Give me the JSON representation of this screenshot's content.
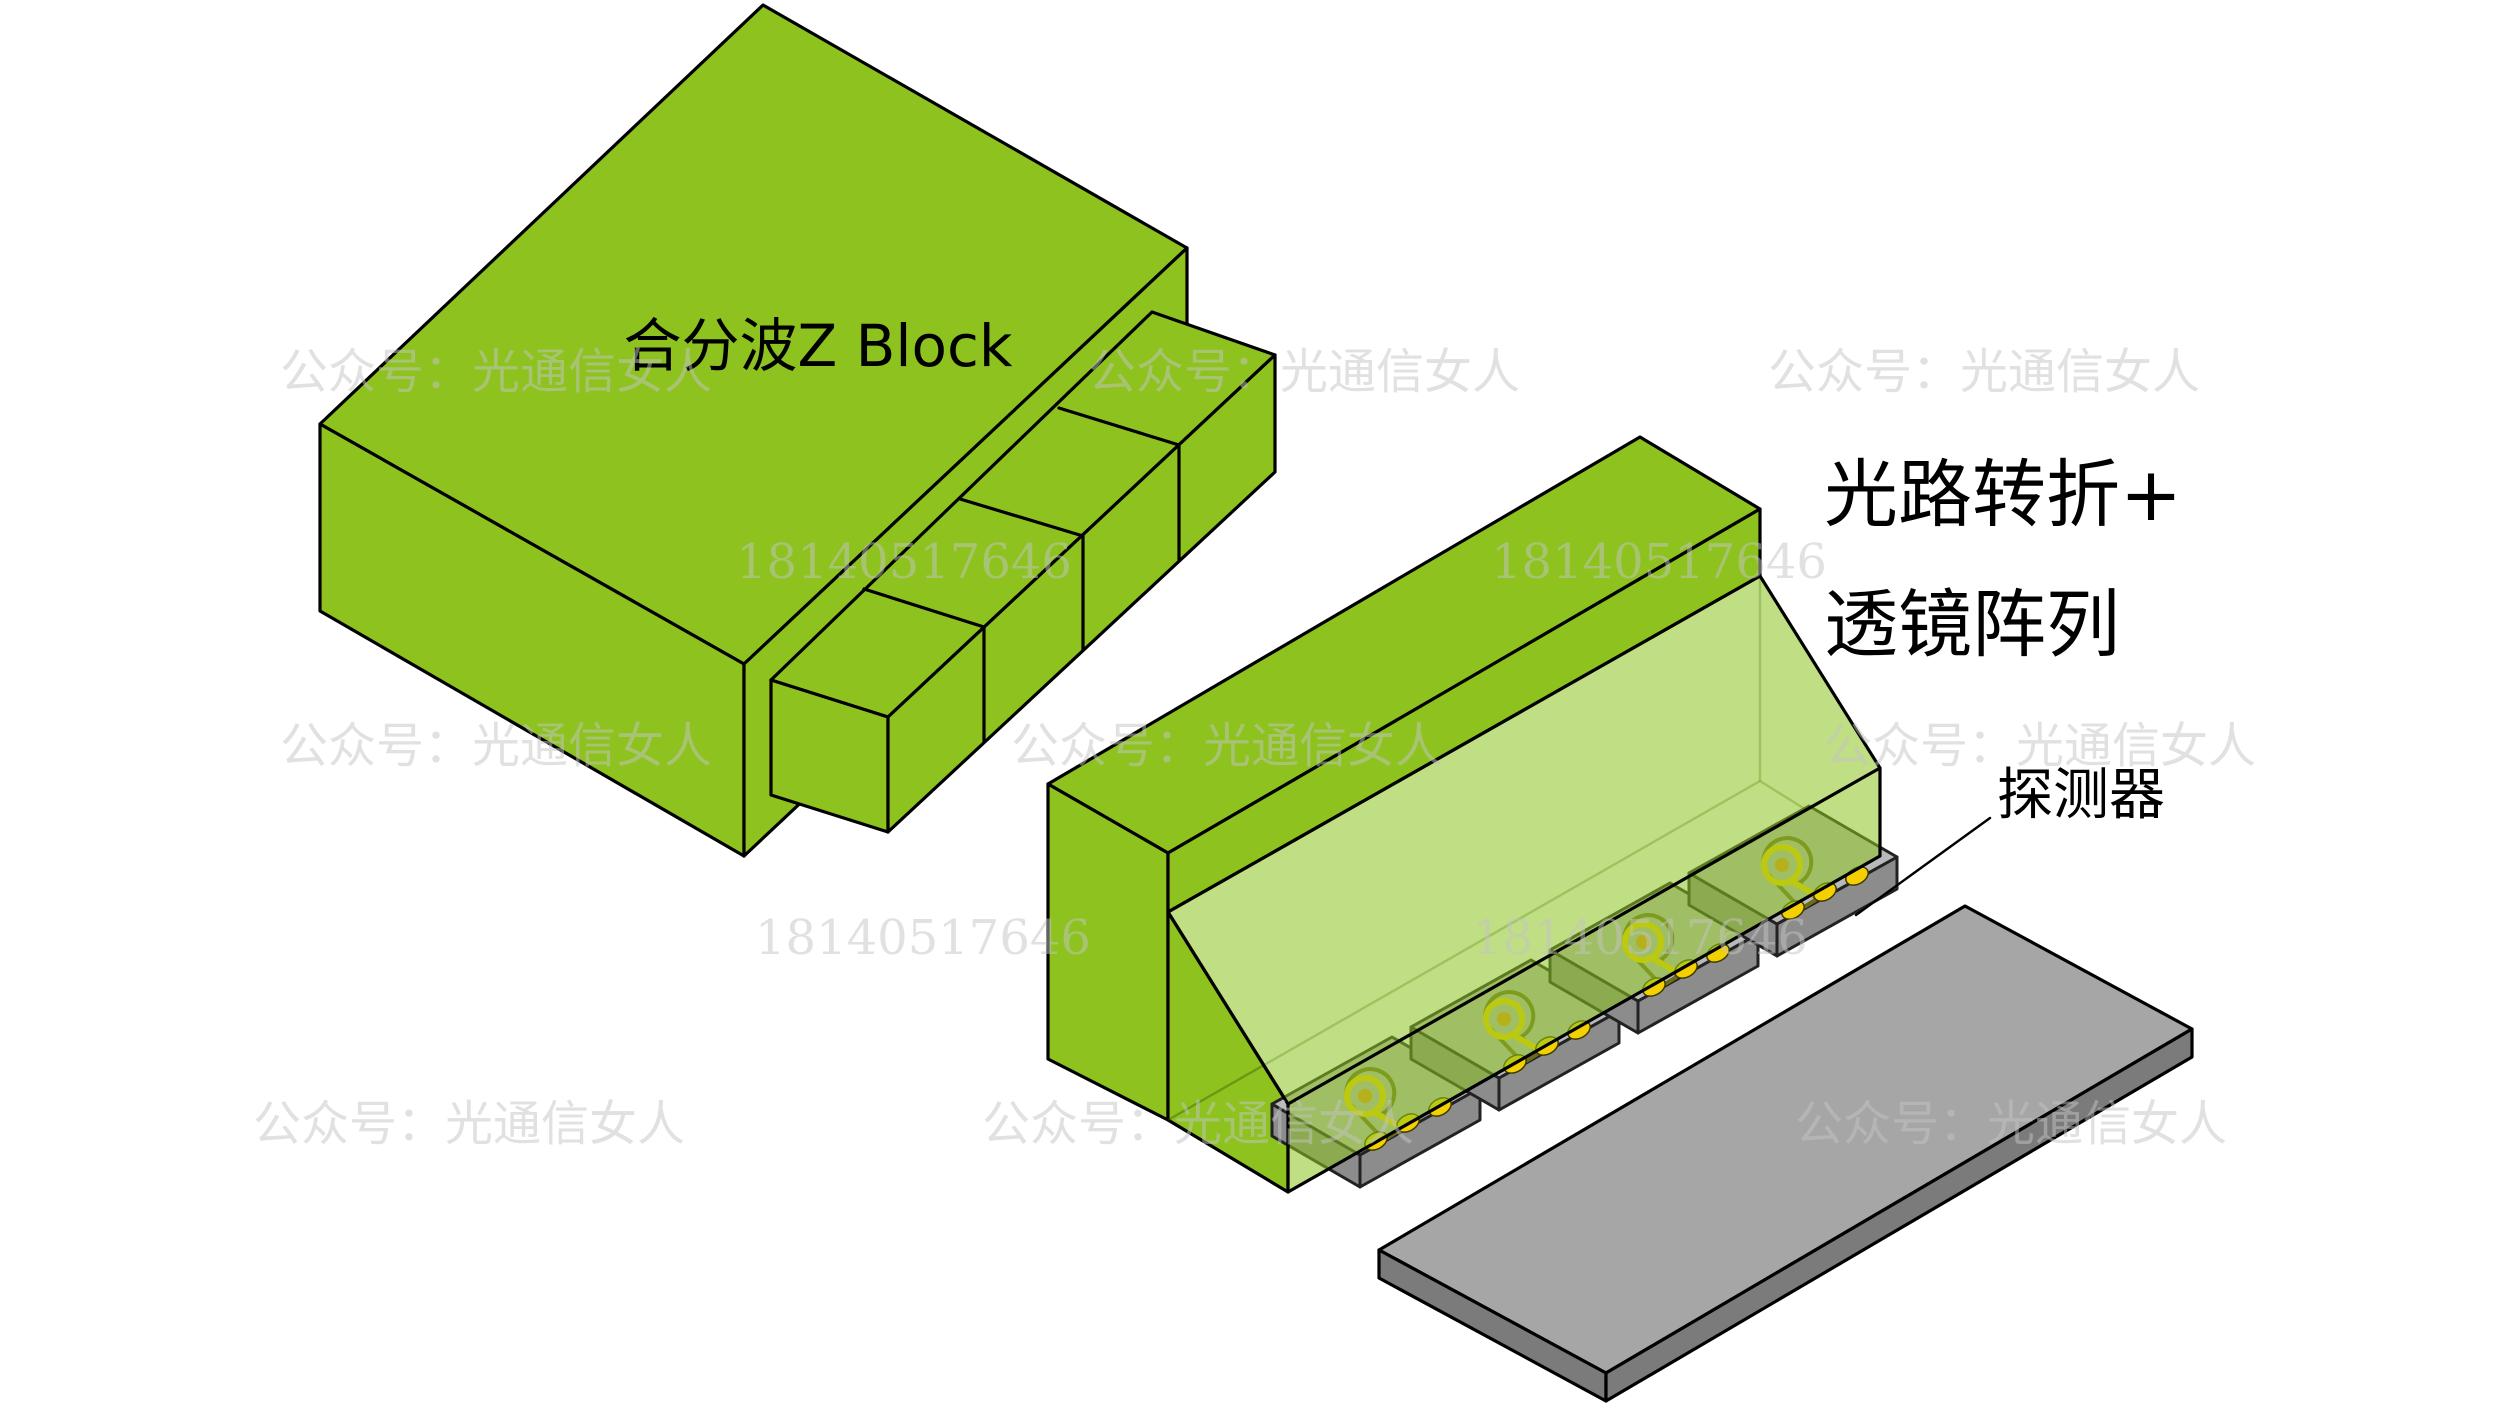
{
  "labels": {
    "zblock": "合分波Z Block",
    "turn_lens_line1": "光路转折+",
    "turn_lens_line2": "透镜阵列",
    "detector": "探测器"
  },
  "watermarks": {
    "account": "公众号：光通信女人",
    "phone": "18140517646"
  },
  "colors": {
    "background": "#ffffff",
    "component_green": "#8dc21f",
    "plate_top": "#a6a6a6",
    "plate_side": "#7b7b7b",
    "chip_top": "#b9b9b9",
    "chip_side": "#8c8c8c",
    "pad_yellow": "#f5d000",
    "pad_center": "#e89a1c",
    "pad_outline": "#6b6b1a",
    "watermark": "#c4c4c4"
  }
}
